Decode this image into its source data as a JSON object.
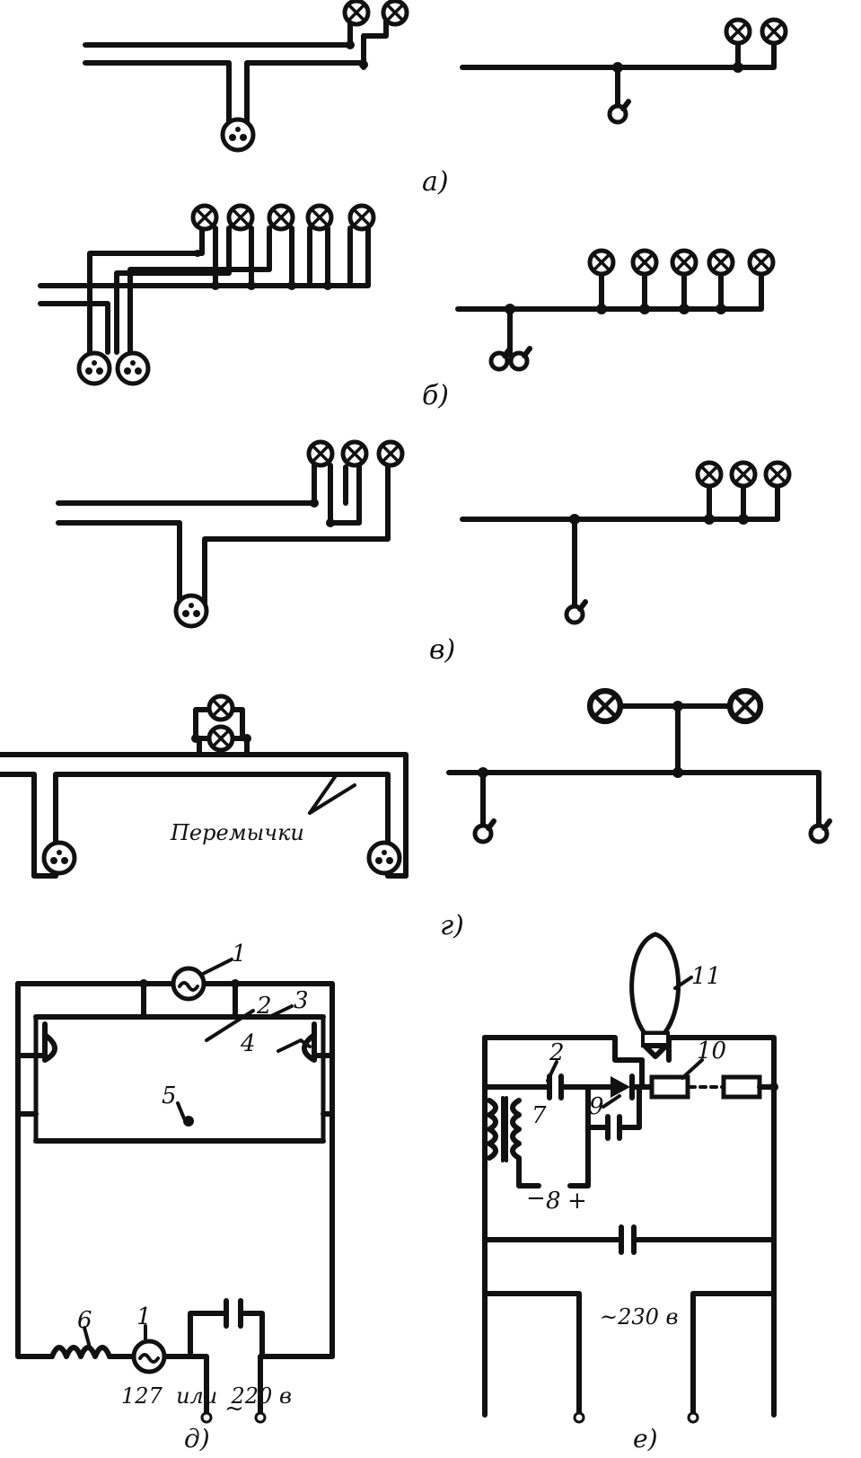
{
  "panels": {
    "a": {
      "label": "а)"
    },
    "b": {
      "label": "б)"
    },
    "v": {
      "label": "в)"
    },
    "g": {
      "label": "г)",
      "jumper_label": "Перемычки"
    },
    "d": {
      "label": "д)",
      "voltage": "127  или  220 в",
      "ac_symbol": "~",
      "numbers": [
        "1",
        "2",
        "3",
        "4",
        "5",
        "6",
        "1"
      ]
    },
    "e": {
      "label": "е)",
      "voltage": "~230 в",
      "numbers": [
        "11",
        "2",
        "10",
        "9",
        "7",
        "8"
      ],
      "minus": "−",
      "plus": "+"
    }
  }
}
